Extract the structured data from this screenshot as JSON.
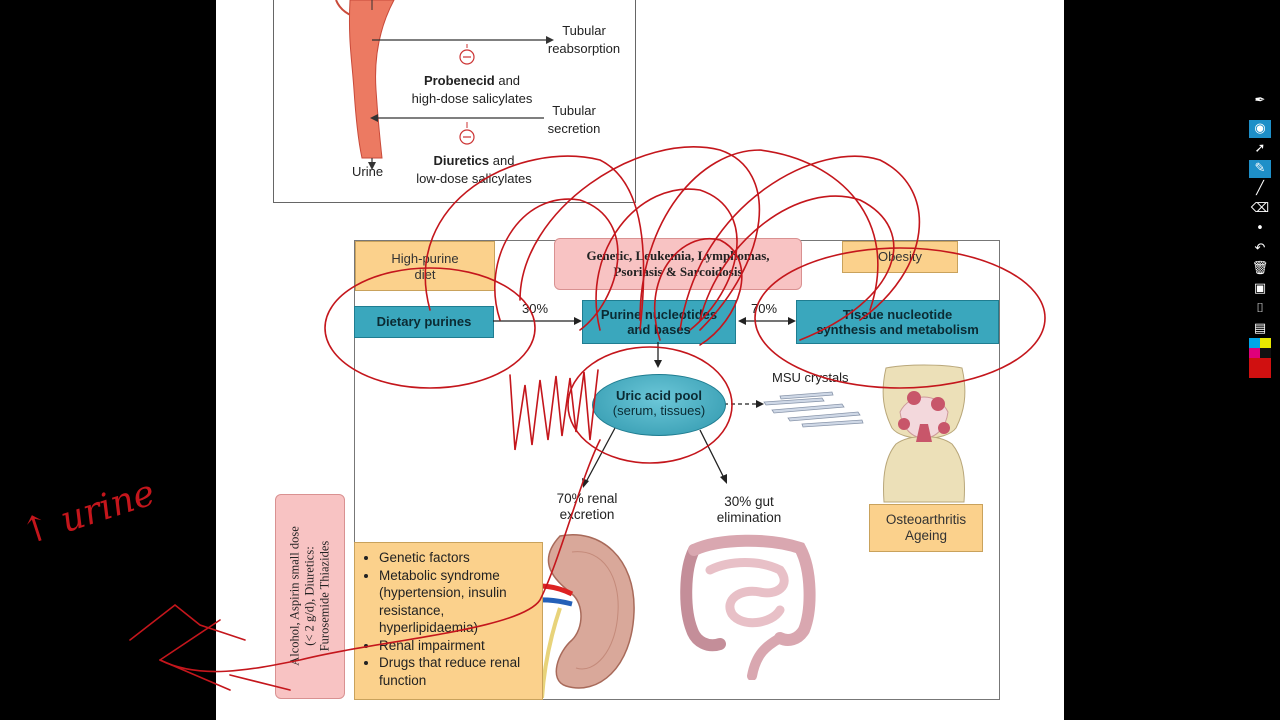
{
  "top_figure": {
    "tubular_reabsorption": "Tubular\nreabsorption",
    "probenecid_bold": "Probenecid",
    "probenecid_rest": " and",
    "probenecid_line2": "high-dose salicylates",
    "tubular_secretion": "Tubular\nsecretion",
    "diuretics_bold": "Diuretics",
    "diuretics_rest": " and",
    "diuretics_line2": "low-dose salicylates",
    "urine": "Urine",
    "minus_symbol": "−"
  },
  "diagram": {
    "high_purine_diet": "High-purine\ndiet",
    "genetic_box_line1": "Genetic, Leukemia, Lymphomas,",
    "genetic_box_line2": "Psoriasis & Sarcoidosis",
    "obesity": "Obesity",
    "dietary_purines": "Dietary purines",
    "pct_30": "30%",
    "purine_nucleotides": "Purine nucleotides\nand bases",
    "pct_70": "70%",
    "tissue_nucleotide": "Tissue nucleotide\nsynthesis and metabolism",
    "uric_acid_pool_line1": "Uric acid pool",
    "uric_acid_pool_line2": "(serum, tissues)",
    "msu_crystals": "MSU crystals",
    "renal_excretion": "70% renal\nexcretion",
    "gut_elimination": "30% gut\nelimination",
    "osteoarthritis": "Osteoarthritis\nAgeing",
    "factors": [
      "Genetic factors",
      "Metabolic syndrome (hypertension, insulin resistance, hyperlipidaemia)",
      "Renal impairment",
      "Drugs that reduce renal function"
    ],
    "side_note_line1": "Alcohol, Aspirin small dose",
    "side_note_line2": "(< 2 g/d), Diuretics:",
    "side_note_line3": "Furosemide Thiazides"
  },
  "handwriting": {
    "urine_note": "↑ urine"
  },
  "toolbar": {
    "icons": [
      "pen-icon",
      "eye-icon",
      "pointer-icon",
      "highlighter-icon",
      "line-icon",
      "eraser-icon",
      "dot-icon",
      "undo-icon",
      "trash-icon",
      "screen-icon",
      "camera-icon",
      "clipboard-icon",
      "color-palette-icon"
    ],
    "palette": [
      "#00a6e8",
      "#e8e800",
      "#e0007a",
      "#111111",
      "#d01010"
    ]
  },
  "colors": {
    "annotation_red": "#c4161c",
    "teal": "#3aa7bd",
    "tan": "#fbd18c",
    "pink": "#f8c3c3"
  }
}
